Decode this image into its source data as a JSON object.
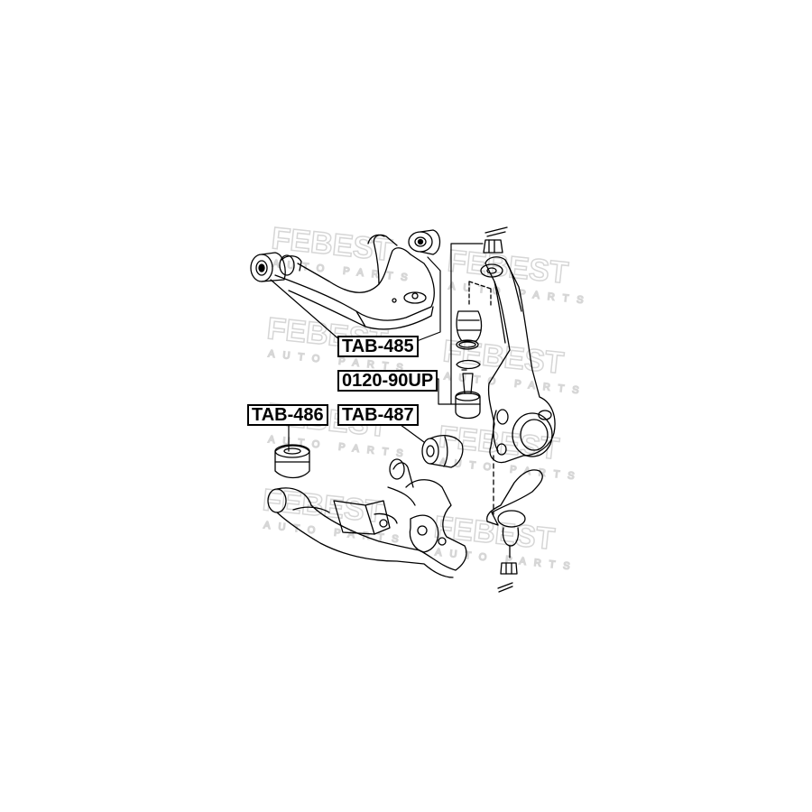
{
  "labels": {
    "upper_arm_bushing": "TAB-485",
    "ball_joint": "0120-90UP",
    "lower_arm_bushing_rear": "TAB-486",
    "lower_arm_bushing_front": "TAB-487"
  },
  "watermark": {
    "brand": "FEBEST",
    "tagline": "AUTO PARTS"
  },
  "colors": {
    "line": "#000000",
    "watermark": "#d9d9d9"
  }
}
